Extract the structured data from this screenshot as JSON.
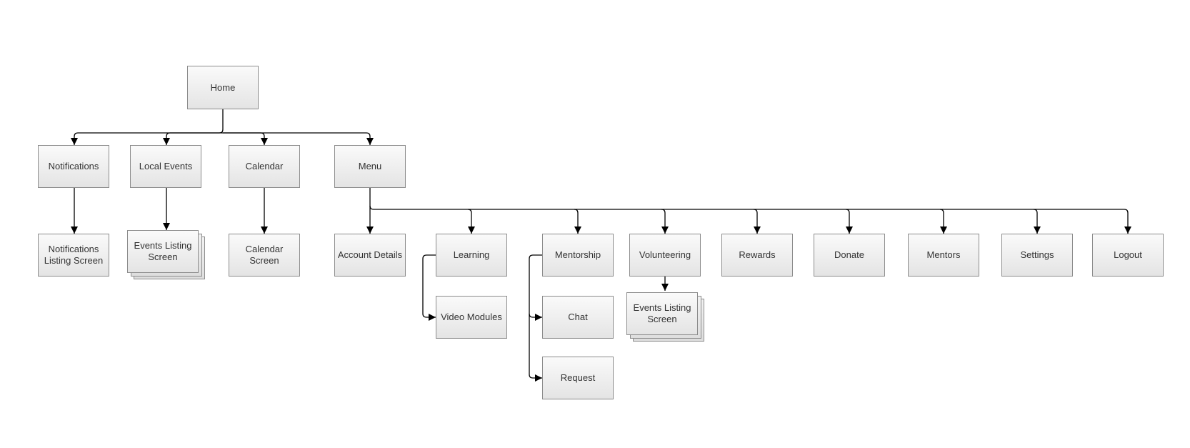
{
  "nodes": {
    "home": "Home",
    "notifications": "Notifications",
    "local_events": "Local Events",
    "calendar": "Calendar",
    "menu": "Menu",
    "notifications_listing": "Notifications Listing Screen",
    "events_listing_local": "Events Listing Screen",
    "calendar_screen": "Calendar Screen",
    "account_details": "Account Details",
    "learning": "Learning",
    "mentorship": "Mentorship",
    "volunteering": "Volunteering",
    "rewards": "Rewards",
    "donate": "Donate",
    "mentors": "Mentors",
    "settings": "Settings",
    "logout": "Logout",
    "video_modules": "Video Modules",
    "chat": "Chat",
    "request": "Request",
    "events_listing_volunteering": "Events Listing Screen"
  }
}
